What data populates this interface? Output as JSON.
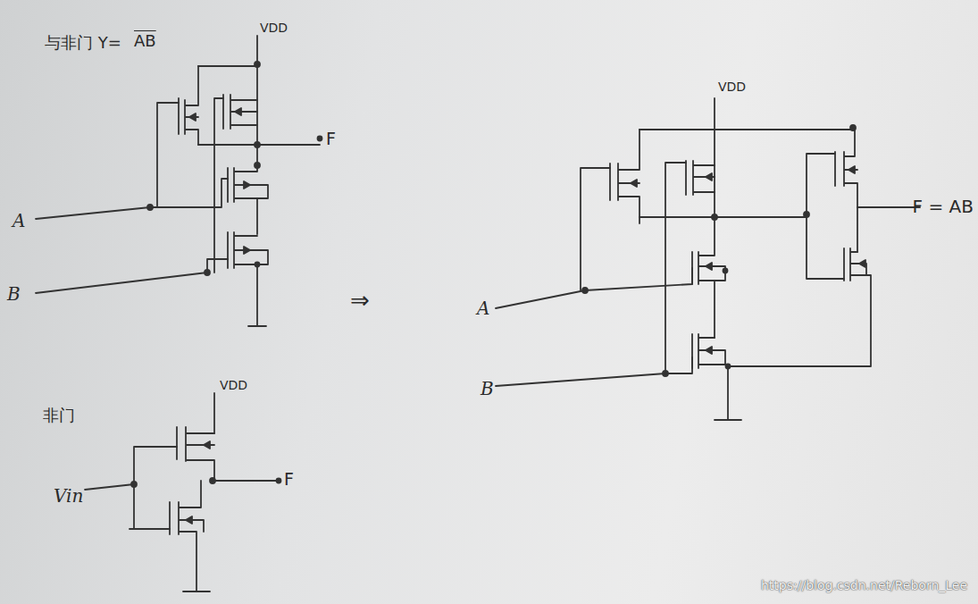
{
  "diagram": {
    "labels": [
      "与非门 Y=",
      "AB",
      "VDD",
      "F",
      "A",
      "B",
      "非门",
      "VDD",
      "Vin",
      "F",
      "⇒",
      "VDD",
      "F = AB",
      "A",
      "B",
      "https://blog.csdn.net/Reborn_Lee"
    ]
  }
}
